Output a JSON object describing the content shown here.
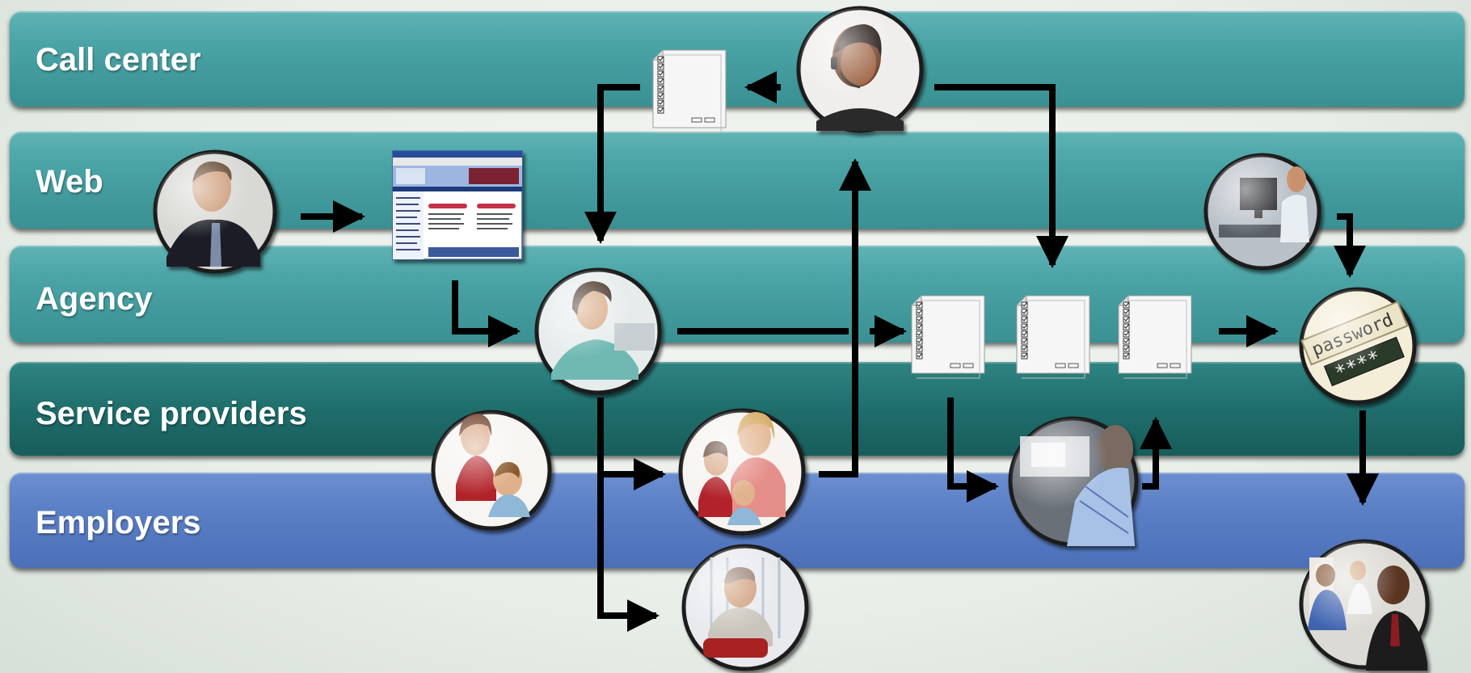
{
  "lanes": [
    {
      "id": "call-center",
      "label": "Call center"
    },
    {
      "id": "web",
      "label": "Web"
    },
    {
      "id": "agency",
      "label": "Agency"
    },
    {
      "id": "service-providers",
      "label": "Service providers"
    },
    {
      "id": "employers",
      "label": "Employers"
    }
  ],
  "password_card_text": "password",
  "password_mask": "****",
  "colors": {
    "lane_teal": "#4aa3a5",
    "lane_dark_teal": "#1f6e6c",
    "lane_blue": "#5b7fc5",
    "label_text": "#ffffff",
    "arrow": "#000000"
  },
  "nodes": [
    {
      "name": "call-center-agent-photo",
      "icon": "headset-woman"
    },
    {
      "name": "web-user-photo",
      "icon": "businessman"
    },
    {
      "name": "website-screenshot",
      "icon": "web-page"
    },
    {
      "name": "agency-worker-photo",
      "icon": "woman-at-desk"
    },
    {
      "name": "service-provider-family-photo",
      "icon": "children"
    },
    {
      "name": "service-provider-mother-photo",
      "icon": "mother-children"
    },
    {
      "name": "employer-photo",
      "icon": "man-at-desk"
    },
    {
      "name": "computer-user-photo",
      "icon": "computer-workstation"
    },
    {
      "name": "password-photo",
      "icon": "password-card"
    },
    {
      "name": "meeting-photo",
      "icon": "presentation-meeting"
    },
    {
      "name": "employers-group-photo",
      "icon": "people-office"
    },
    {
      "name": "checklist-form",
      "icon": "checklist-document"
    }
  ]
}
